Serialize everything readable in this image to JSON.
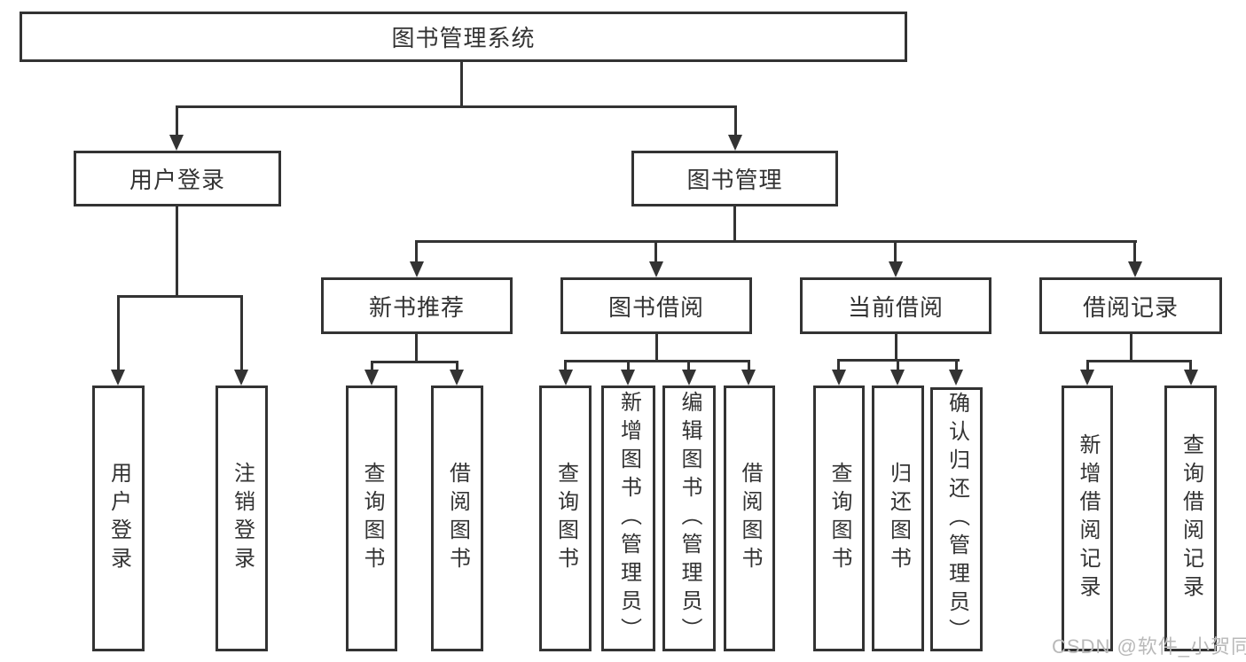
{
  "diagram": {
    "tree": {
      "root": {
        "label": "图书管理系统"
      },
      "l2": [
        {
          "label": "用户登录"
        },
        {
          "label": "图书管理"
        }
      ],
      "l3": [
        {
          "label": "新书推荐"
        },
        {
          "label": "图书借阅"
        },
        {
          "label": "当前借阅"
        },
        {
          "label": "借阅记录"
        }
      ],
      "leaves": {
        "user_login": [
          {
            "label": "用户登录"
          },
          {
            "label": "注销登录"
          }
        ],
        "new_book": [
          {
            "label": "查询图书"
          },
          {
            "label": "借阅图书"
          }
        ],
        "book_borrow": [
          {
            "label": "查询图书"
          },
          {
            "label": "新增图书（管理员）"
          },
          {
            "label": "编辑图书（管理员）"
          },
          {
            "label": "借阅图书"
          }
        ],
        "current_borrow": [
          {
            "label": "查询图书"
          },
          {
            "label": "归还图书"
          },
          {
            "label": "确认归还（管理员）"
          }
        ],
        "records": [
          {
            "label": "新增借阅记录"
          },
          {
            "label": "查询借阅记录"
          }
        ]
      }
    },
    "colors": {
      "line": "#333333",
      "text": "#333333",
      "background": "#ffffff",
      "watermark": "#b9b9b9"
    },
    "watermark": "CSDN @软件_小贺同学"
  }
}
